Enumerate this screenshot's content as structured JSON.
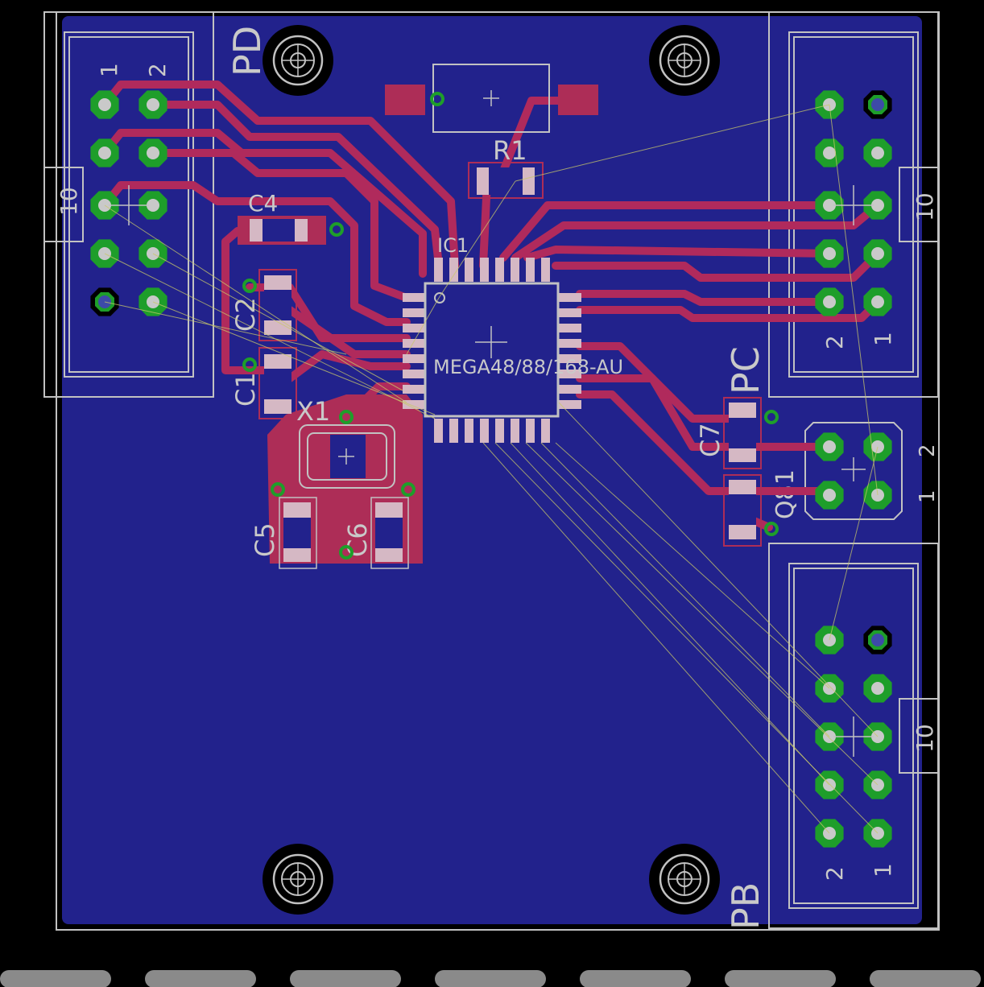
{
  "board": {
    "colors": {
      "background": "#000000",
      "copper_fill": "#22228c",
      "trace": "#b02a5c",
      "pad": "#1e9e2a",
      "silkscreen": "#c2c2c2",
      "airwire": "#c8c86a"
    },
    "labels": {
      "connector_pd": "PD",
      "connector_pc": "PC",
      "connector_pb": "PB",
      "pin_1": "1",
      "pin_2": "2",
      "pin_10": "10",
      "ic": "IC1",
      "ic_value": "MEGA48/88/168-AU",
      "r1": "R1",
      "c1": "C1",
      "c2": "C2",
      "c4": "C4",
      "c5": "C5",
      "c6": "C6",
      "c7": "C7",
      "x1": "X1",
      "q1": "Q81"
    },
    "icons": [
      "mounting-hole-icon",
      "crosshair-origin-icon",
      "tht-pad-icon"
    ]
  },
  "toolbar": {
    "segments": 7
  }
}
